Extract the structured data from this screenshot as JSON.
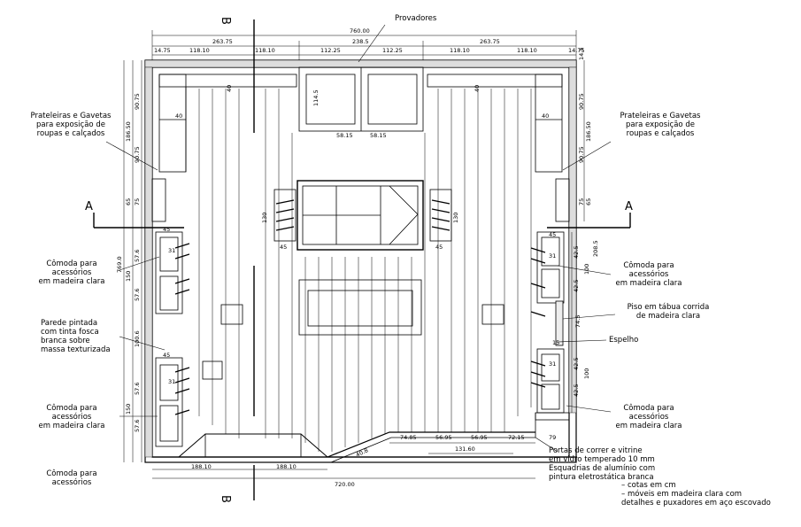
{
  "annotations": {
    "provadores": "Provadores",
    "shelves_left": "Prateleiras e Gavetas\npara exposição de\nroupas e calçados",
    "shelves_right": "Prateleiras e Gavetas\npara exposição de\nroupas e calçados",
    "comoda_left_1": "Cômoda para\nacessórios\nem madeira clara",
    "parede": "Parede pintada\ncom tinta fosca\nbranca sobre\nmassa texturizada",
    "comoda_left_2": "Cômoda para\nacessórios\nem madeira clara",
    "comoda_left_3": "Cômoda para\nacessórios",
    "comoda_right_1": "Cômoda para\nacessórios\nem madeira clara",
    "piso": "Piso em tábua corrida\nde madeira clara",
    "espelho": "Espelho",
    "comoda_right_2": "Cômoda para\nacessórios\nem madeira clara",
    "portas": "Portas de correr e vitrine\nem vidro temperado 10 mm\nEsquadrias de alumínio com\npintura eletrostática branca",
    "notes": "– cotas em cm\n– móveis em madeira clara com\ndetalhes e puxadores em aço escovado"
  },
  "sections": {
    "a_left": "A",
    "a_right": "A",
    "b_top": "B",
    "b_bottom": "B"
  },
  "dims": {
    "total_top": "760.00",
    "top_1": "14.75",
    "top_2": "263.75",
    "top_3": "118.10",
    "top_4": "118.10",
    "top_5": "238.5",
    "top_6": "112.25",
    "top_7": "112.25",
    "top_8": "263.75",
    "top_9": "118.10",
    "top_10": "118.10",
    "top_11": "14.75",
    "prov_w1": "58.15",
    "prov_w2": "58.15",
    "prov_h": "114.5",
    "bottom_1": "188.10",
    "bottom_2": "188.10",
    "bottom_total": "720.00",
    "bottom_3": "74.85",
    "bottom_4": "56.95",
    "bottom_5": "56.95",
    "bottom_6": "72.15",
    "bottom_7": "79",
    "bottom_8": "131.60",
    "diag": "40.8",
    "stair_h_left": "130",
    "stair_h_right": "130",
    "stair_w1": "45",
    "stair_w2": "45",
    "forty_1": "40",
    "forty_2": "40",
    "forty_3": "40",
    "forty_4": "40",
    "left_1": "90.75",
    "left_2": "186.50",
    "left_3": "90.75",
    "left_4": "65",
    "left_5": "75",
    "left_6": "57.6",
    "left_7": "150",
    "left_8": "57.6",
    "left_9": "100.6",
    "left_10": "57.6",
    "left_11": "150",
    "left_12": "57.6",
    "left_13": "769.0",
    "right_1": "90.75",
    "right_2": "186.50",
    "right_3": "90.75",
    "right_4": "75",
    "right_5": "65",
    "right_6": "208.5",
    "right_7": "42.5",
    "right_8": "100",
    "right_9": "42.5",
    "right_10": "74.5",
    "right_11": "42.5",
    "right_12": "100",
    "right_13": "42.5",
    "right_14": "14.5",
    "c31_1": "31",
    "c31_2": "31",
    "c31_3": "31",
    "c31_4": "31",
    "c45": "45",
    "c15": "15",
    "s45a": "45",
    "s45b": "45"
  }
}
